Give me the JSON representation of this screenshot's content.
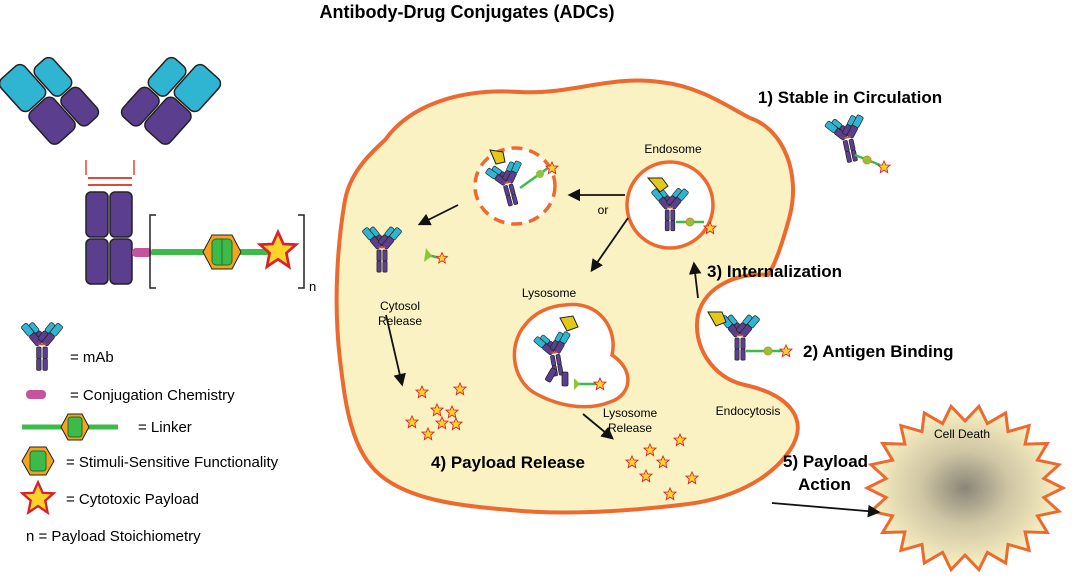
{
  "title": "Antibody-Drug Conjugates (ADCs)",
  "colors": {
    "cell_fill": "#fbf2c4",
    "cell_stroke": "#ec6a2f",
    "mab_purple": "#5b3f8e",
    "mab_cyan": "#2fb4d1",
    "linker_green": "#3dbb4a",
    "conjugation_pink": "#c4559d",
    "payload_yellow": "#ffd42a",
    "payload_red": "#d8222b",
    "hinge_red": "#e04a3a"
  },
  "structure": {
    "subscript": "n"
  },
  "legend": {
    "mab": "= mAb",
    "conjugation": "= Conjugation Chemistry",
    "linker": "= Linker",
    "stimuli": "= Stimuli-Sensitive Functionality",
    "payload": "= Cytotoxic Payload",
    "stoichiometry": "n = Payload Stoichiometry"
  },
  "steps": {
    "step1": "1) Stable in Circulation",
    "step2": "2) Antigen Binding",
    "step3": "3) Internalization",
    "step4": "4) Payload Release",
    "step5_line1": "5) Payload",
    "step5_line2": "Action"
  },
  "labels": {
    "endosome": "Endosome",
    "lysosome": "Lysosome",
    "or": "or",
    "cytosol_line1": "Cytosol",
    "cytosol_line2": "Release",
    "lysosome_release_line1": "Lysosome",
    "lysosome_release_line2": "Release",
    "endocytosis": "Endocytosis",
    "cell_death": "Cell Death"
  },
  "icons": [
    "antibody-icon",
    "linker-icon",
    "stimuli-hexagon-icon",
    "payload-star-icon",
    "arrow-icon"
  ]
}
